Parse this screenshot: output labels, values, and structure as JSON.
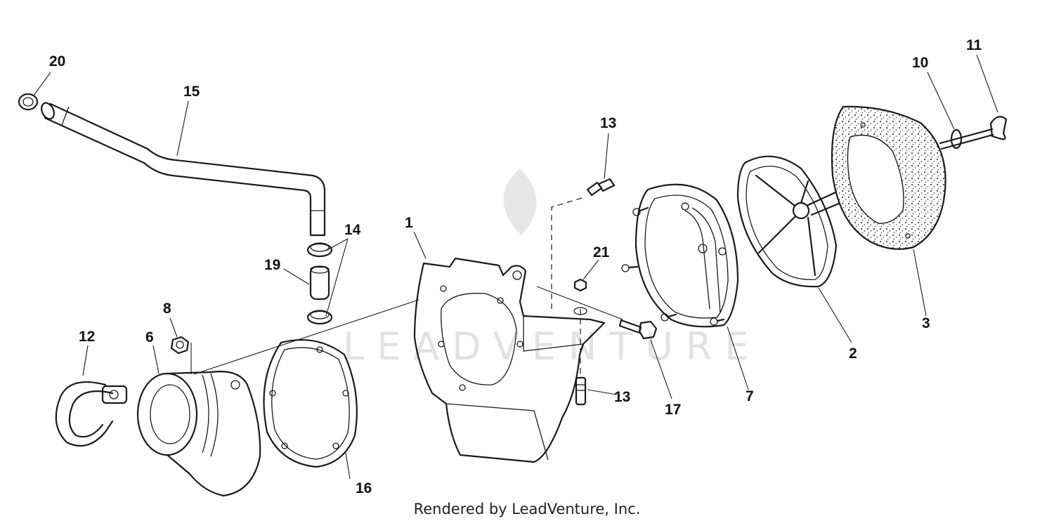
{
  "watermark": {
    "text": "LEADVENTURE"
  },
  "footer": {
    "text": "Rendered by LeadVenture, Inc."
  },
  "callouts": {
    "c1": "1",
    "c2": "2",
    "c3": "3",
    "c6": "6",
    "c7": "7",
    "c8": "8",
    "c10": "10",
    "c11": "11",
    "c12": "12",
    "c13a": "13",
    "c13b": "13",
    "c14": "14",
    "c15": "15",
    "c16": "16",
    "c17": "17",
    "c19": "19",
    "c20": "20",
    "c21": "21"
  }
}
